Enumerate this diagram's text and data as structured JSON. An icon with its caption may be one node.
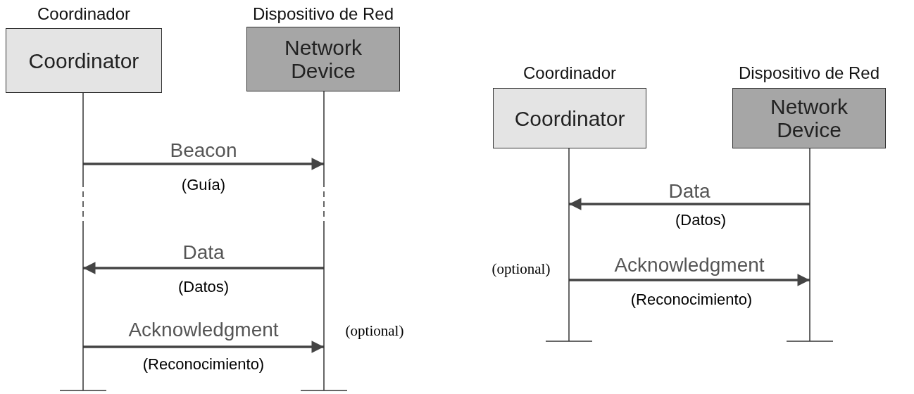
{
  "diagram": {
    "nodes": [
      {
        "text": [
          "Coordinator"
        ],
        "beside": [
          "Coordinador"
        ]
      },
      {
        "text": [
          "Network Device"
        ],
        "beside": [
          "Dispositivo de Red"
        ]
      },
      {
        "text": [
          "Coordinator"
        ],
        "beside": [
          "Coordinador"
        ]
      },
      {
        "text": [
          "Network Device"
        ],
        "beside": [
          "Dispositivo de Red"
        ]
      }
    ],
    "edges": [
      {
        "from": 0,
        "to": 1,
        "arrow": "to",
        "label": "Beacon"
      },
      {
        "from": 1,
        "to": 0,
        "arrow": "to",
        "label": "Data"
      },
      {
        "from": 0,
        "to": 1,
        "arrow": "to",
        "label": "Acknowledgment"
      },
      {
        "from": 3,
        "to": 2,
        "arrow": "to",
        "label": "Data"
      },
      {
        "from": 2,
        "to": 3,
        "arrow": "to",
        "label": "Acknowledgment"
      }
    ],
    "labels": [
      "(Guía)",
      "(Datos)",
      "(optional)",
      "(Reconocimiento)",
      "(Datos)",
      "(optional)",
      "(Reconocimiento)"
    ]
  }
}
